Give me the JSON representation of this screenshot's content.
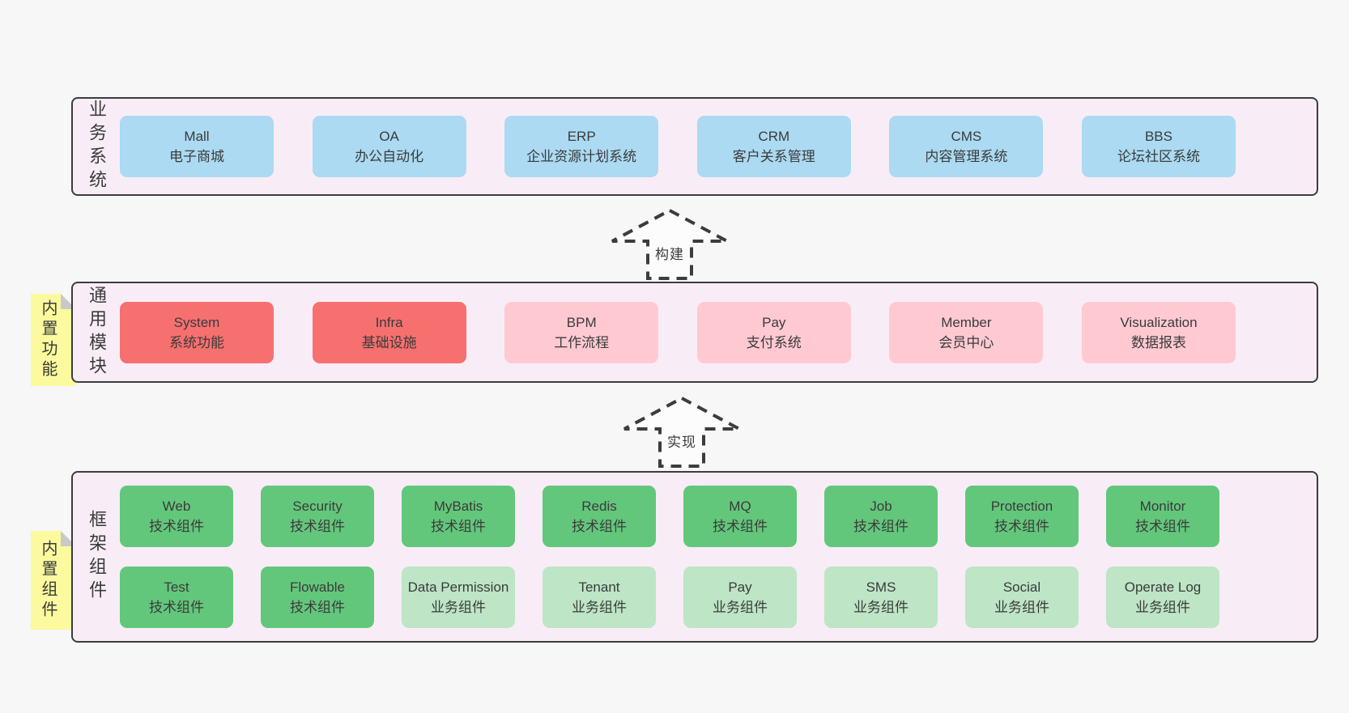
{
  "colors": {
    "page_bg": "#f7f7f7",
    "band_bg": "#f8edf6",
    "band_border": "#3c3c3c",
    "text": "#3b3b3b",
    "blue": "#abdaf2",
    "red": "#f5706f",
    "pink": "#ffc9d2",
    "green": "#63c77b",
    "lightgreen": "#bde5c6",
    "note_yellow": "#fbfa9e",
    "note_fold": "#c9c9c9",
    "arrow_fill": "#fcfcfc"
  },
  "arrows": {
    "build": "构建",
    "implement": "实现"
  },
  "bands": {
    "business": {
      "label": "业务系统",
      "boxes": [
        {
          "en": "Mall",
          "zh": "电子商城",
          "type": "blue"
        },
        {
          "en": "OA",
          "zh": "办公自动化",
          "type": "blue"
        },
        {
          "en": "ERP",
          "zh": "企业资源计划系统",
          "type": "blue"
        },
        {
          "en": "CRM",
          "zh": "客户关系管理",
          "type": "blue"
        },
        {
          "en": "CMS",
          "zh": "内容管理系统",
          "type": "blue"
        },
        {
          "en": "BBS",
          "zh": "论坛社区系统",
          "type": "blue"
        }
      ]
    },
    "modules": {
      "label": "通用模块",
      "note": "内置功能",
      "boxes": [
        {
          "en": "System",
          "zh": "系统功能",
          "type": "red"
        },
        {
          "en": "Infra",
          "zh": "基础设施",
          "type": "red"
        },
        {
          "en": "BPM",
          "zh": "工作流程",
          "type": "pink"
        },
        {
          "en": "Pay",
          "zh": "支付系统",
          "type": "pink"
        },
        {
          "en": "Member",
          "zh": "会员中心",
          "type": "pink"
        },
        {
          "en": "Visualization",
          "zh": "数据报表",
          "type": "pink"
        }
      ]
    },
    "framework": {
      "label": "框架组件",
      "note": "内置组件",
      "row1": [
        {
          "en": "Web",
          "zh": "技术组件",
          "type": "green"
        },
        {
          "en": "Security",
          "zh": "技术组件",
          "type": "green"
        },
        {
          "en": "MyBatis",
          "zh": "技术组件",
          "type": "green"
        },
        {
          "en": "Redis",
          "zh": "技术组件",
          "type": "green"
        },
        {
          "en": "MQ",
          "zh": "技术组件",
          "type": "green"
        },
        {
          "en": "Job",
          "zh": "技术组件",
          "type": "green"
        },
        {
          "en": "Protection",
          "zh": "技术组件",
          "type": "green"
        },
        {
          "en": "Monitor",
          "zh": "技术组件",
          "type": "green"
        }
      ],
      "row2": [
        {
          "en": "Test",
          "zh": "技术组件",
          "type": "green"
        },
        {
          "en": "Flowable",
          "zh": "技术组件",
          "type": "green"
        },
        {
          "en": "Data Permission",
          "zh": "业务组件",
          "type": "lightgreen"
        },
        {
          "en": "Tenant",
          "zh": "业务组件",
          "type": "lightgreen"
        },
        {
          "en": "Pay",
          "zh": "业务组件",
          "type": "lightgreen"
        },
        {
          "en": "SMS",
          "zh": "业务组件",
          "type": "lightgreen"
        },
        {
          "en": "Social",
          "zh": "业务组件",
          "type": "lightgreen"
        },
        {
          "en": "Operate Log",
          "zh": "业务组件",
          "type": "lightgreen"
        }
      ]
    }
  }
}
